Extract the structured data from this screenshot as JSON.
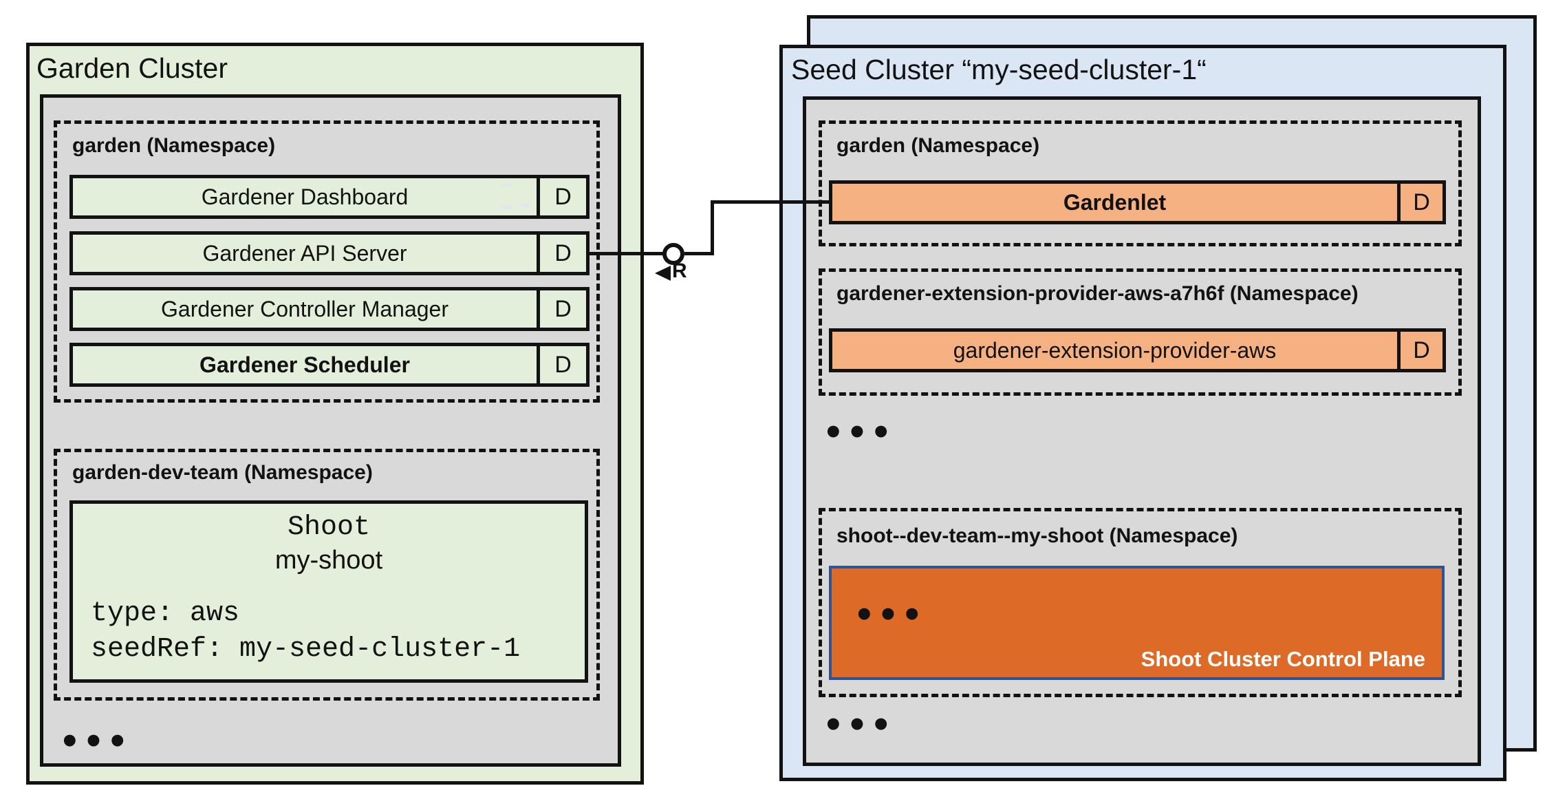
{
  "colors": {
    "cluster-green": "#e3efda",
    "cluster-blue": "#dbe6f4",
    "panel-gray": "#d9d9d9",
    "row-green": "#e3efda",
    "row-orange": "#f6b183",
    "cp-orange": "#dd6a26",
    "cp-border": "#2e5496",
    "ink": "#121212"
  },
  "diagram": {
    "garden_cluster": {
      "title": "Garden Cluster",
      "ns_garden": {
        "label": "garden (Namespace)",
        "rows": [
          {
            "label": "Gardener Dashboard",
            "badge": "D"
          },
          {
            "label": "Gardener API Server",
            "badge": "D"
          },
          {
            "label": "Gardener Controller Manager",
            "badge": "D"
          },
          {
            "label": "Gardener Scheduler",
            "badge": "D"
          }
        ]
      },
      "ns_dev": {
        "label": "garden-dev-team (Namespace)",
        "shoot": {
          "kind": "Shoot",
          "name": "my-shoot",
          "spec_line_1": "type: aws",
          "spec_line_2": "seedRef: my-seed-cluster-1"
        }
      },
      "ellipsis": "•••"
    },
    "seed_cluster": {
      "title": "Seed Cluster “my-seed-cluster-1“",
      "ns_garden": {
        "label": "garden (Namespace)",
        "rows": [
          {
            "label": "Gardenlet",
            "badge": "D"
          }
        ]
      },
      "ns_extension": {
        "label": "gardener-extension-provider-aws-a7h6f (Namespace)",
        "rows": [
          {
            "label": "gardener-extension-provider-aws",
            "badge": "D"
          }
        ]
      },
      "ellipsis_top": "•••",
      "ns_shoot": {
        "label": "shoot--dev-team--my-shoot (Namespace)",
        "control_plane": {
          "ellipsis": "•••",
          "label": "Shoot Cluster Control Plane"
        }
      },
      "ellipsis_bottom": "•••"
    },
    "connector": {
      "label": "R"
    }
  }
}
